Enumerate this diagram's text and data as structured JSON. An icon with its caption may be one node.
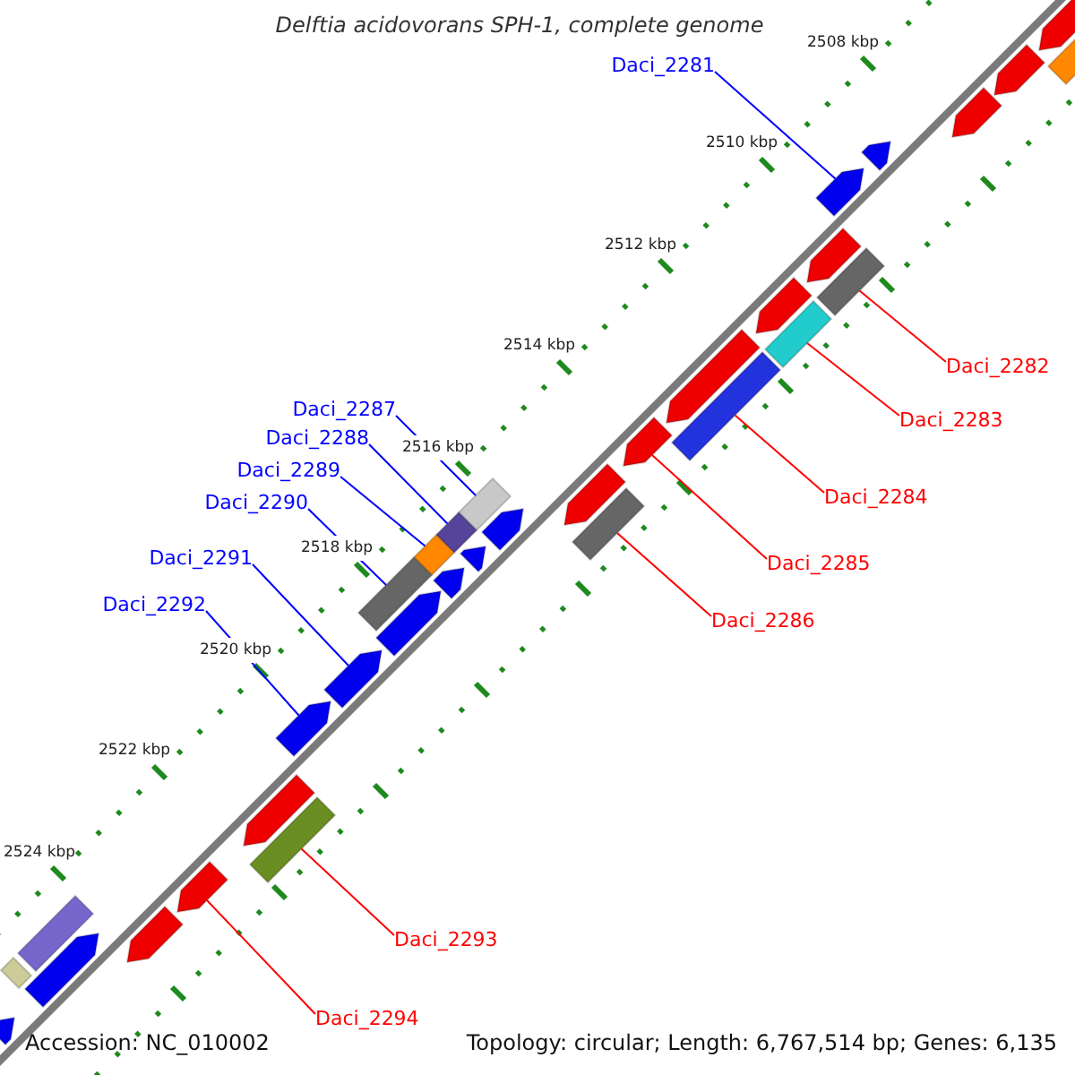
{
  "diagram": {
    "title": "Delftia acidovorans SPH-1, complete genome",
    "nodes": [
      {
        "text": [
          "Daci_2281"
        ]
      },
      {
        "text": [],
        "shape": "arrow"
      },
      {
        "text": [
          "Daci_2282"
        ]
      },
      {
        "text": [],
        "shape": "bar"
      },
      {
        "text": [
          "Daci_2283"
        ]
      },
      {
        "text": [],
        "shape": "bar"
      },
      {
        "text": [
          "Daci_2284"
        ]
      },
      {
        "text": [],
        "shape": "bar"
      },
      {
        "text": [
          "Daci_2285"
        ]
      },
      {
        "text": [],
        "shape": "arrow"
      },
      {
        "text": [
          "Daci_2286"
        ]
      },
      {
        "text": [],
        "shape": "bar"
      },
      {
        "text": [
          "Daci_2287"
        ]
      },
      {
        "text": [],
        "shape": "bar"
      },
      {
        "text": [
          "Daci_2288"
        ]
      },
      {
        "text": [],
        "shape": "bar"
      },
      {
        "text": [
          "Daci_2289"
        ]
      },
      {
        "text": [],
        "shape": "bar"
      },
      {
        "text": [
          "Daci_2290"
        ]
      },
      {
        "text": [],
        "shape": "bar"
      },
      {
        "text": [
          "Daci_2291"
        ]
      },
      {
        "text": [],
        "shape": "arrow"
      },
      {
        "text": [
          "Daci_2292"
        ]
      },
      {
        "text": [],
        "shape": "arrow"
      },
      {
        "text": [
          "Daci_2293"
        ]
      },
      {
        "text": [],
        "shape": "bar"
      },
      {
        "text": [
          "Daci_2294"
        ]
      },
      {
        "text": [],
        "shape": "arrow"
      },
      {
        "text": [],
        "shape": "arrow"
      },
      {
        "text": [],
        "shape": "bar"
      },
      {
        "text": [],
        "shape": "arrow"
      },
      {
        "text": [],
        "shape": "arrow"
      },
      {
        "text": [],
        "shape": "arrow"
      },
      {
        "text": [],
        "shape": "arrow"
      },
      {
        "text": [],
        "shape": "arrow"
      },
      {
        "text": [],
        "shape": "arrow"
      },
      {
        "text": [],
        "shape": "arrow"
      },
      {
        "text": [],
        "shape": "arrow"
      },
      {
        "text": [],
        "shape": "arrow"
      },
      {
        "text": [],
        "shape": "arrow"
      },
      {
        "text": [],
        "shape": "arrow"
      },
      {
        "text": [],
        "shape": "arrow"
      },
      {
        "text": [],
        "shape": "arrow"
      },
      {
        "text": [],
        "shape": "bar"
      },
      {
        "text": [],
        "shape": "arrow"
      },
      {
        "text": [],
        "shape": "bar"
      },
      {
        "text": [],
        "shape": "arrow"
      }
    ],
    "edges": [
      {
        "from": 0,
        "to": 1,
        "arrow": "none"
      },
      {
        "from": 2,
        "to": 3,
        "arrow": "none",
        "color": "#ff0000"
      },
      {
        "from": 4,
        "to": 5,
        "arrow": "none",
        "color": "#ff0000"
      },
      {
        "from": 6,
        "to": 7,
        "arrow": "none",
        "color": "#ff0000"
      },
      {
        "from": 8,
        "to": 9,
        "arrow": "none",
        "color": "#ff0000"
      },
      {
        "from": 10,
        "to": 11,
        "arrow": "none",
        "color": "#ff0000"
      },
      {
        "from": 12,
        "to": 13,
        "arrow": "none"
      },
      {
        "from": 14,
        "to": 15,
        "arrow": "none"
      },
      {
        "from": 16,
        "to": 17,
        "arrow": "none"
      },
      {
        "from": 18,
        "to": 19,
        "arrow": "none"
      },
      {
        "from": 20,
        "to": 21,
        "arrow": "none"
      },
      {
        "from": 22,
        "to": 23,
        "arrow": "none"
      },
      {
        "from": 24,
        "to": 25,
        "arrow": "none",
        "color": "#ff0000"
      },
      {
        "from": 26,
        "to": 27,
        "arrow": "none",
        "color": "#ff0000"
      }
    ],
    "labels": [
      "2508 kbp",
      "2510 kbp",
      "2512 kbp",
      "2514 kbp",
      "2516 kbp",
      "2518 kbp",
      "2520 kbp",
      "2522 kbp",
      "2524 kbp",
      "Accession: NC_010002",
      "Topology: circular; Length: 6,767,514 bp; Genes: 6,135"
    ]
  }
}
